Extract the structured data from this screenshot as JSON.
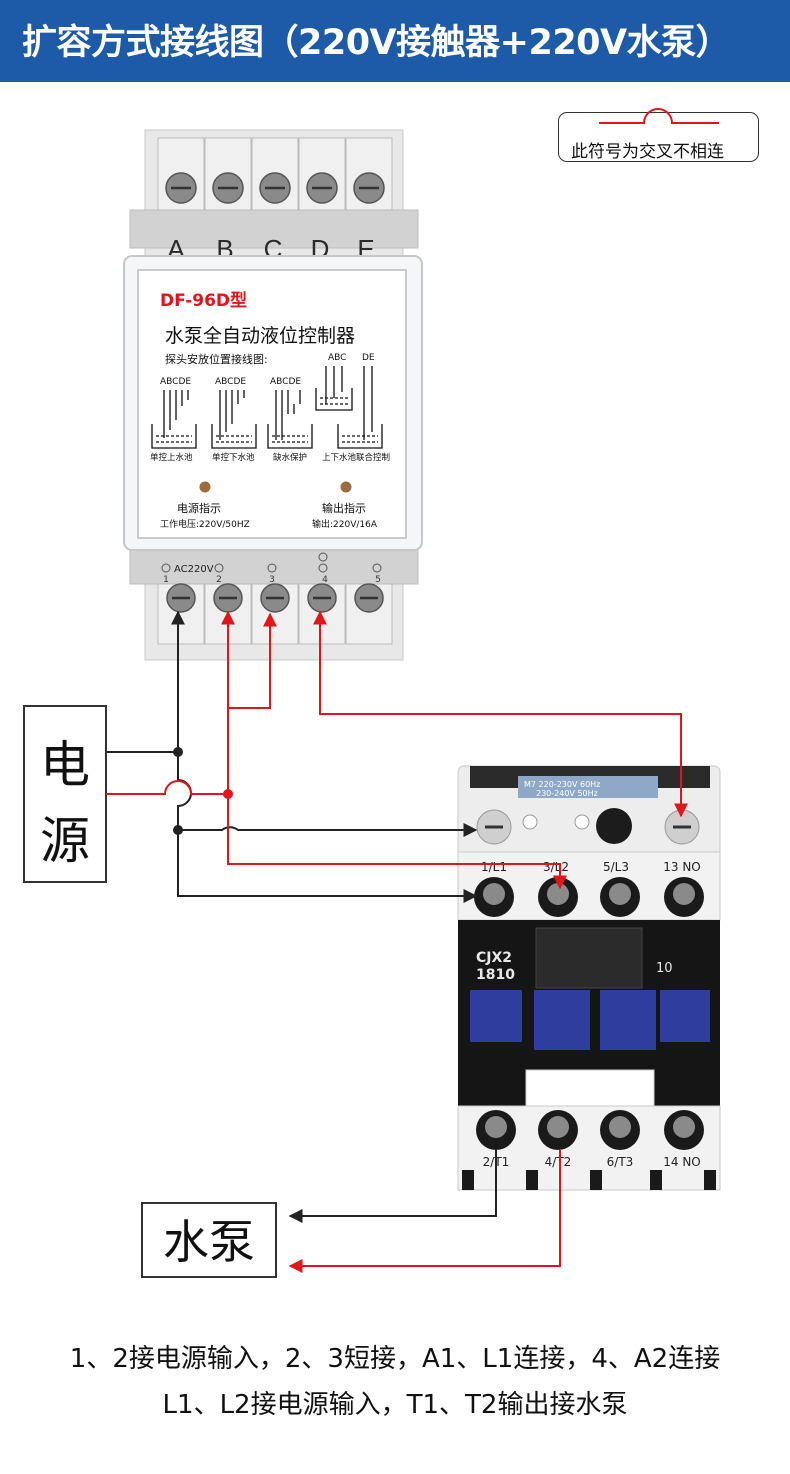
{
  "header": {
    "title": "扩容方式接线图（220V接触器+220V水泵）"
  },
  "legend": {
    "text": "此符号为交叉不相连"
  },
  "controller": {
    "top_terminals": [
      "A",
      "B",
      "C",
      "D",
      "E"
    ],
    "model": "DF-96D型",
    "name": "水泵全自动液位控制器",
    "probe_title": "探头安放位置接线图:",
    "probe_letters_a": "ABCDE",
    "probe_letters_b": "ABCDE",
    "probe_letters_c": "ABCDE",
    "probe_letters_d1": "ABC",
    "probe_letters_d2": "DE",
    "modes": [
      "单控上水池",
      "单控下水池",
      "缺水保护",
      "上下水池联合控制"
    ],
    "power_indicator": "电源指示",
    "output_indicator": "输出指示",
    "working_voltage": "工作电压:220V/50HZ",
    "output_rating": "输出:220V/16A",
    "bottom_label": "AC220V",
    "bottom_numbers": [
      "1",
      "2",
      "3",
      "4",
      "5"
    ]
  },
  "power_source": {
    "label_1": "电",
    "label_2": "源"
  },
  "contactor": {
    "top_row": [
      "1/L1",
      "3/L2",
      "5/L3",
      "13 NO"
    ],
    "model_line1": "CJX2",
    "model_line2": "1810",
    "aux": "10",
    "rating_line1": "M7 220-230V 60Hz",
    "rating_line2": "230-240V 50Hz",
    "bottom_row": [
      "2/T1",
      "4/T2",
      "6/T3",
      "14 NO"
    ]
  },
  "pump": {
    "label": "水泵"
  },
  "footer": {
    "line1": "1、2接电源输入，2、3短接，A1、L1连接，4、A2连接",
    "line2": "L1、L2接电源输入，T1、T2输出接水泵"
  },
  "colors": {
    "header_bg": "#1d5aa8",
    "wire_red": "#e0161b",
    "wire_black": "#222222",
    "contactor_blue": "#2f3e9e"
  }
}
